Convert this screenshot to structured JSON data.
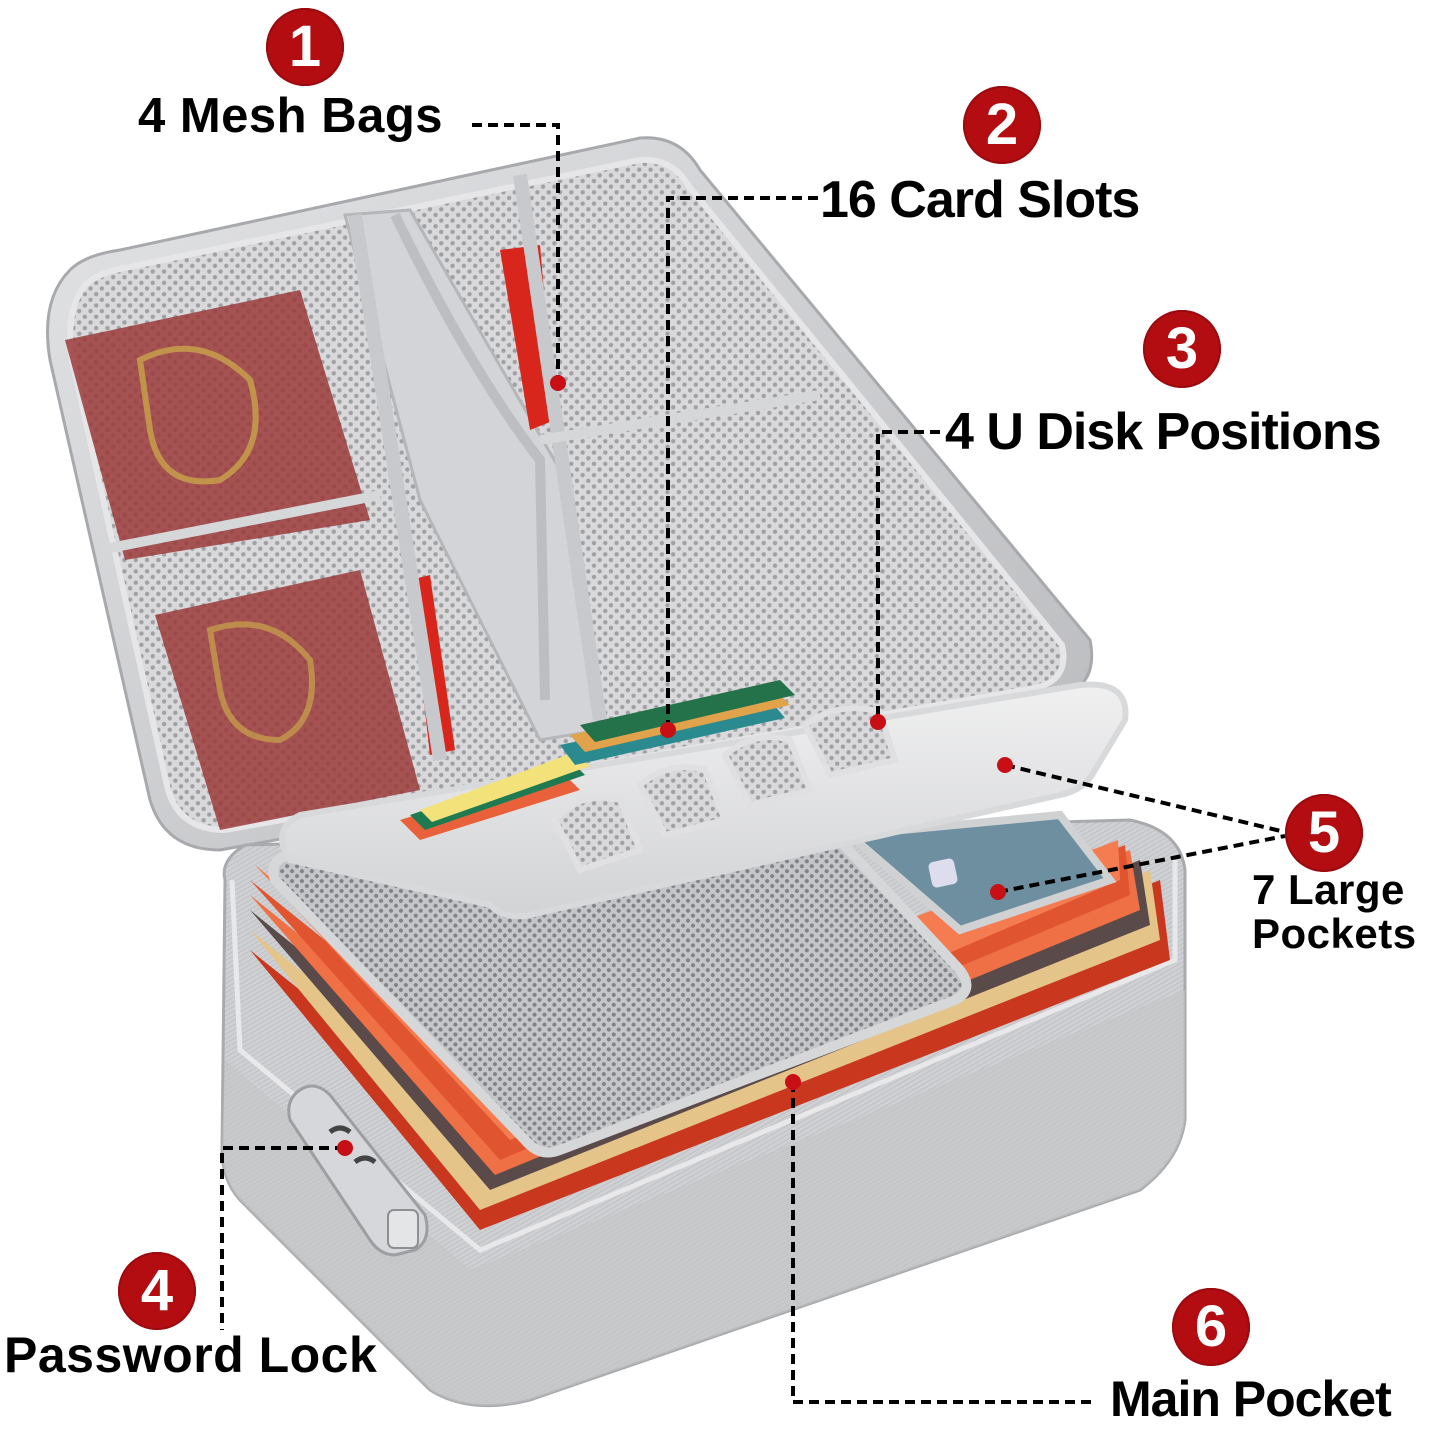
{
  "image": {
    "type": "product-infographic",
    "subject": "document organizer bag with combination lock",
    "accent_color": "#b30d12",
    "text_color": "#000000",
    "background": "#ffffff",
    "bag_color": "#c9cacc"
  },
  "callouts": [
    {
      "number": "1",
      "label": "4 Mesh Bags"
    },
    {
      "number": "2",
      "label": "16 Card Slots"
    },
    {
      "number": "3",
      "label": "4 U Disk Positions"
    },
    {
      "number": "4",
      "label": "Password Lock"
    },
    {
      "number": "5",
      "label_line1": "7 Large",
      "label_line2": "Pockets"
    },
    {
      "number": "6",
      "label": "Main Pocket"
    }
  ]
}
